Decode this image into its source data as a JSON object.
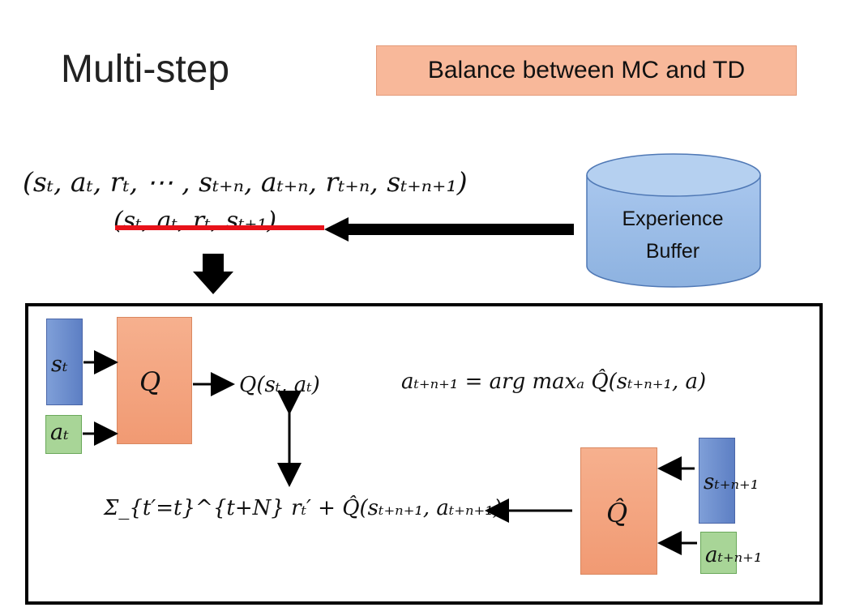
{
  "title": "Multi-step",
  "badge": "Balance between MC and TD",
  "tuple_multistep": "(sₜ, aₜ, rₜ, ⋯ , sₜ₊ₙ, aₜ₊ₙ, rₜ₊ₙ, sₜ₊ₙ₊₁)",
  "tuple_single": "(sₜ, aₜ, rₜ, sₜ₊₁)",
  "buffer": {
    "line1": "Experience",
    "line2": "Buffer"
  },
  "network": {
    "q_label": "Q",
    "q_hat_label": "Q̂",
    "s_t": "sₜ",
    "a_t": "aₜ",
    "s_next": "sₜ₊ₙ₊₁",
    "a_next": "aₜ₊ₙ₊₁",
    "q_output": "Q(sₜ, aₜ)",
    "argmax_formula": "aₜ₊ₙ₊₁ = arg maxₐ Q̂(sₜ₊ₙ₊₁, a)",
    "target_formula": "Σ_{t′=t}^{t+N} rₜ′ + Q̂(sₜ₊ₙ₊₁, aₜ₊ₙ₊₁)"
  },
  "colors": {
    "badge": "#f8b89a",
    "strike": "#e8121a",
    "network_box": "#f19a73",
    "state_box": "#6d8fd0",
    "action_box": "#a8d597",
    "cylinder": "#9bbde6"
  }
}
